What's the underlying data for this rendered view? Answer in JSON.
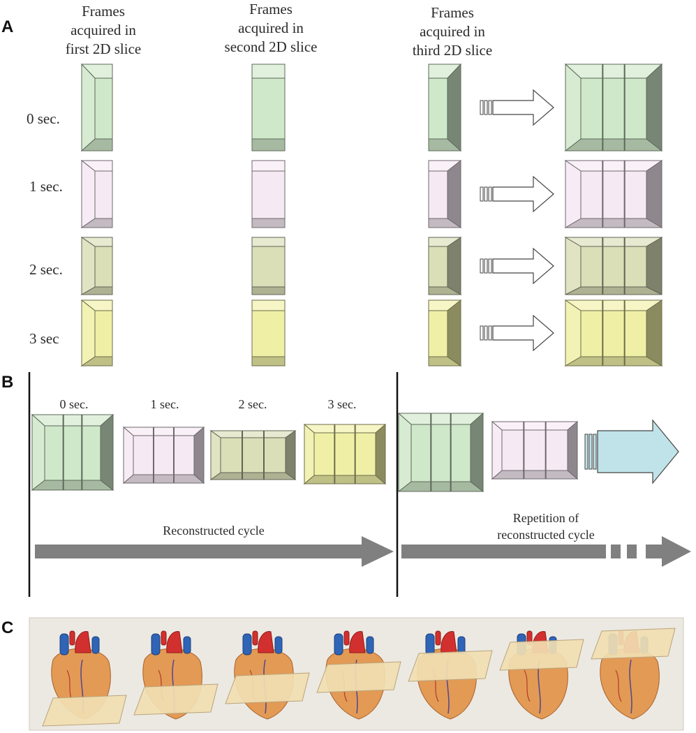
{
  "panels": {
    "a": {
      "letter": "A",
      "column_headers": [
        [
          "Frames",
          "acquired in",
          "first 2D slice"
        ],
        [
          "Frames",
          "acquired in",
          "second 2D slice"
        ],
        [
          "Frames",
          "acquired in",
          "third 2D slice"
        ]
      ],
      "row_labels": [
        "0 sec.",
        "1 sec.",
        "2 sec.",
        "3 sec"
      ]
    },
    "b": {
      "letter": "B",
      "frame_labels": [
        "0 sec.",
        "1 sec.",
        "2 sec.",
        "3 sec."
      ],
      "cycle_label": "Reconstructed cycle",
      "repetition_label": [
        "Repetition of",
        "reconstructed cycle"
      ]
    },
    "c": {
      "letter": "C",
      "heart_count": 7
    }
  },
  "colors": {
    "green": "#cfe8c9",
    "pink": "#f5e9f3",
    "olive": "#dadfb8",
    "yellow": "#eff0a6",
    "cyan": "#bfe3e8",
    "arrow_gray": "#808080",
    "strip_bg": "#ece9e3"
  }
}
